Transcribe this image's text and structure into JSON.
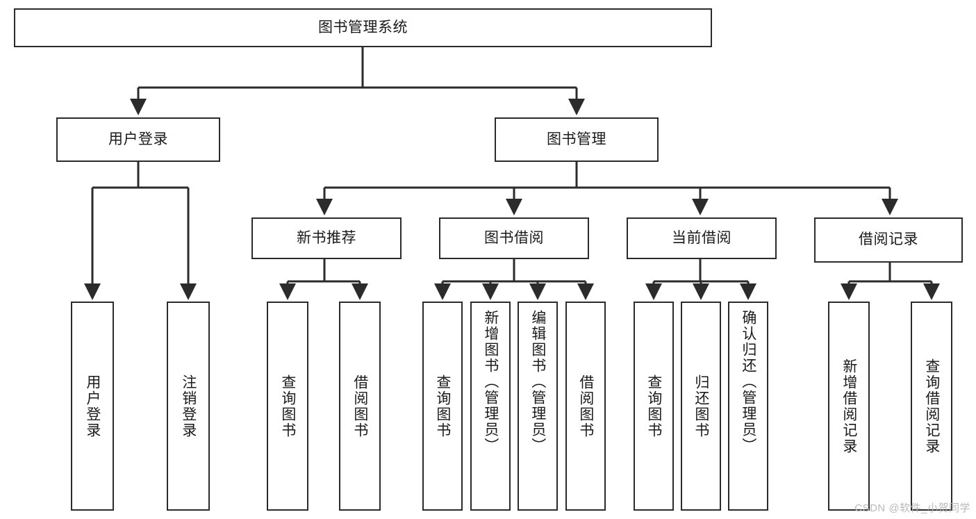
{
  "diagram": {
    "title": "图书管理系统",
    "type": "tree-hierarchy",
    "watermark": "CSDN @软件_小贺同学",
    "colors": {
      "box_border": "#2b2b2b",
      "box_fill": "#ffffff",
      "edge": "#2b2b2b",
      "text": "#1a1a1a",
      "watermark": "#b9b9b9"
    },
    "nodes": {
      "root": {
        "label": "图书管理系统"
      },
      "level1": [
        {
          "label": "用户登录"
        },
        {
          "label": "图书管理"
        }
      ],
      "level2": [
        {
          "label": "新书推荐"
        },
        {
          "label": "图书借阅"
        },
        {
          "label": "当前借阅"
        },
        {
          "label": "借阅记录"
        }
      ],
      "leaves": {
        "user_login": [
          {
            "label": "用户登录"
          },
          {
            "label": "注销登录"
          }
        ],
        "new_book_recommend": [
          {
            "label": "查询图书"
          },
          {
            "label": "借阅图书"
          }
        ],
        "book_borrow": [
          {
            "label": "查询图书"
          },
          {
            "label": "新增图书（管理员）"
          },
          {
            "label": "编辑图书（管理员）"
          },
          {
            "label": "借阅图书"
          }
        ],
        "current_borrow": [
          {
            "label": "查询图书"
          },
          {
            "label": "归还图书"
          },
          {
            "label": "确认归还（管理员）"
          }
        ],
        "borrow_records": [
          {
            "label": "新增借阅记录"
          },
          {
            "label": "查询借阅记录"
          }
        ]
      }
    }
  }
}
